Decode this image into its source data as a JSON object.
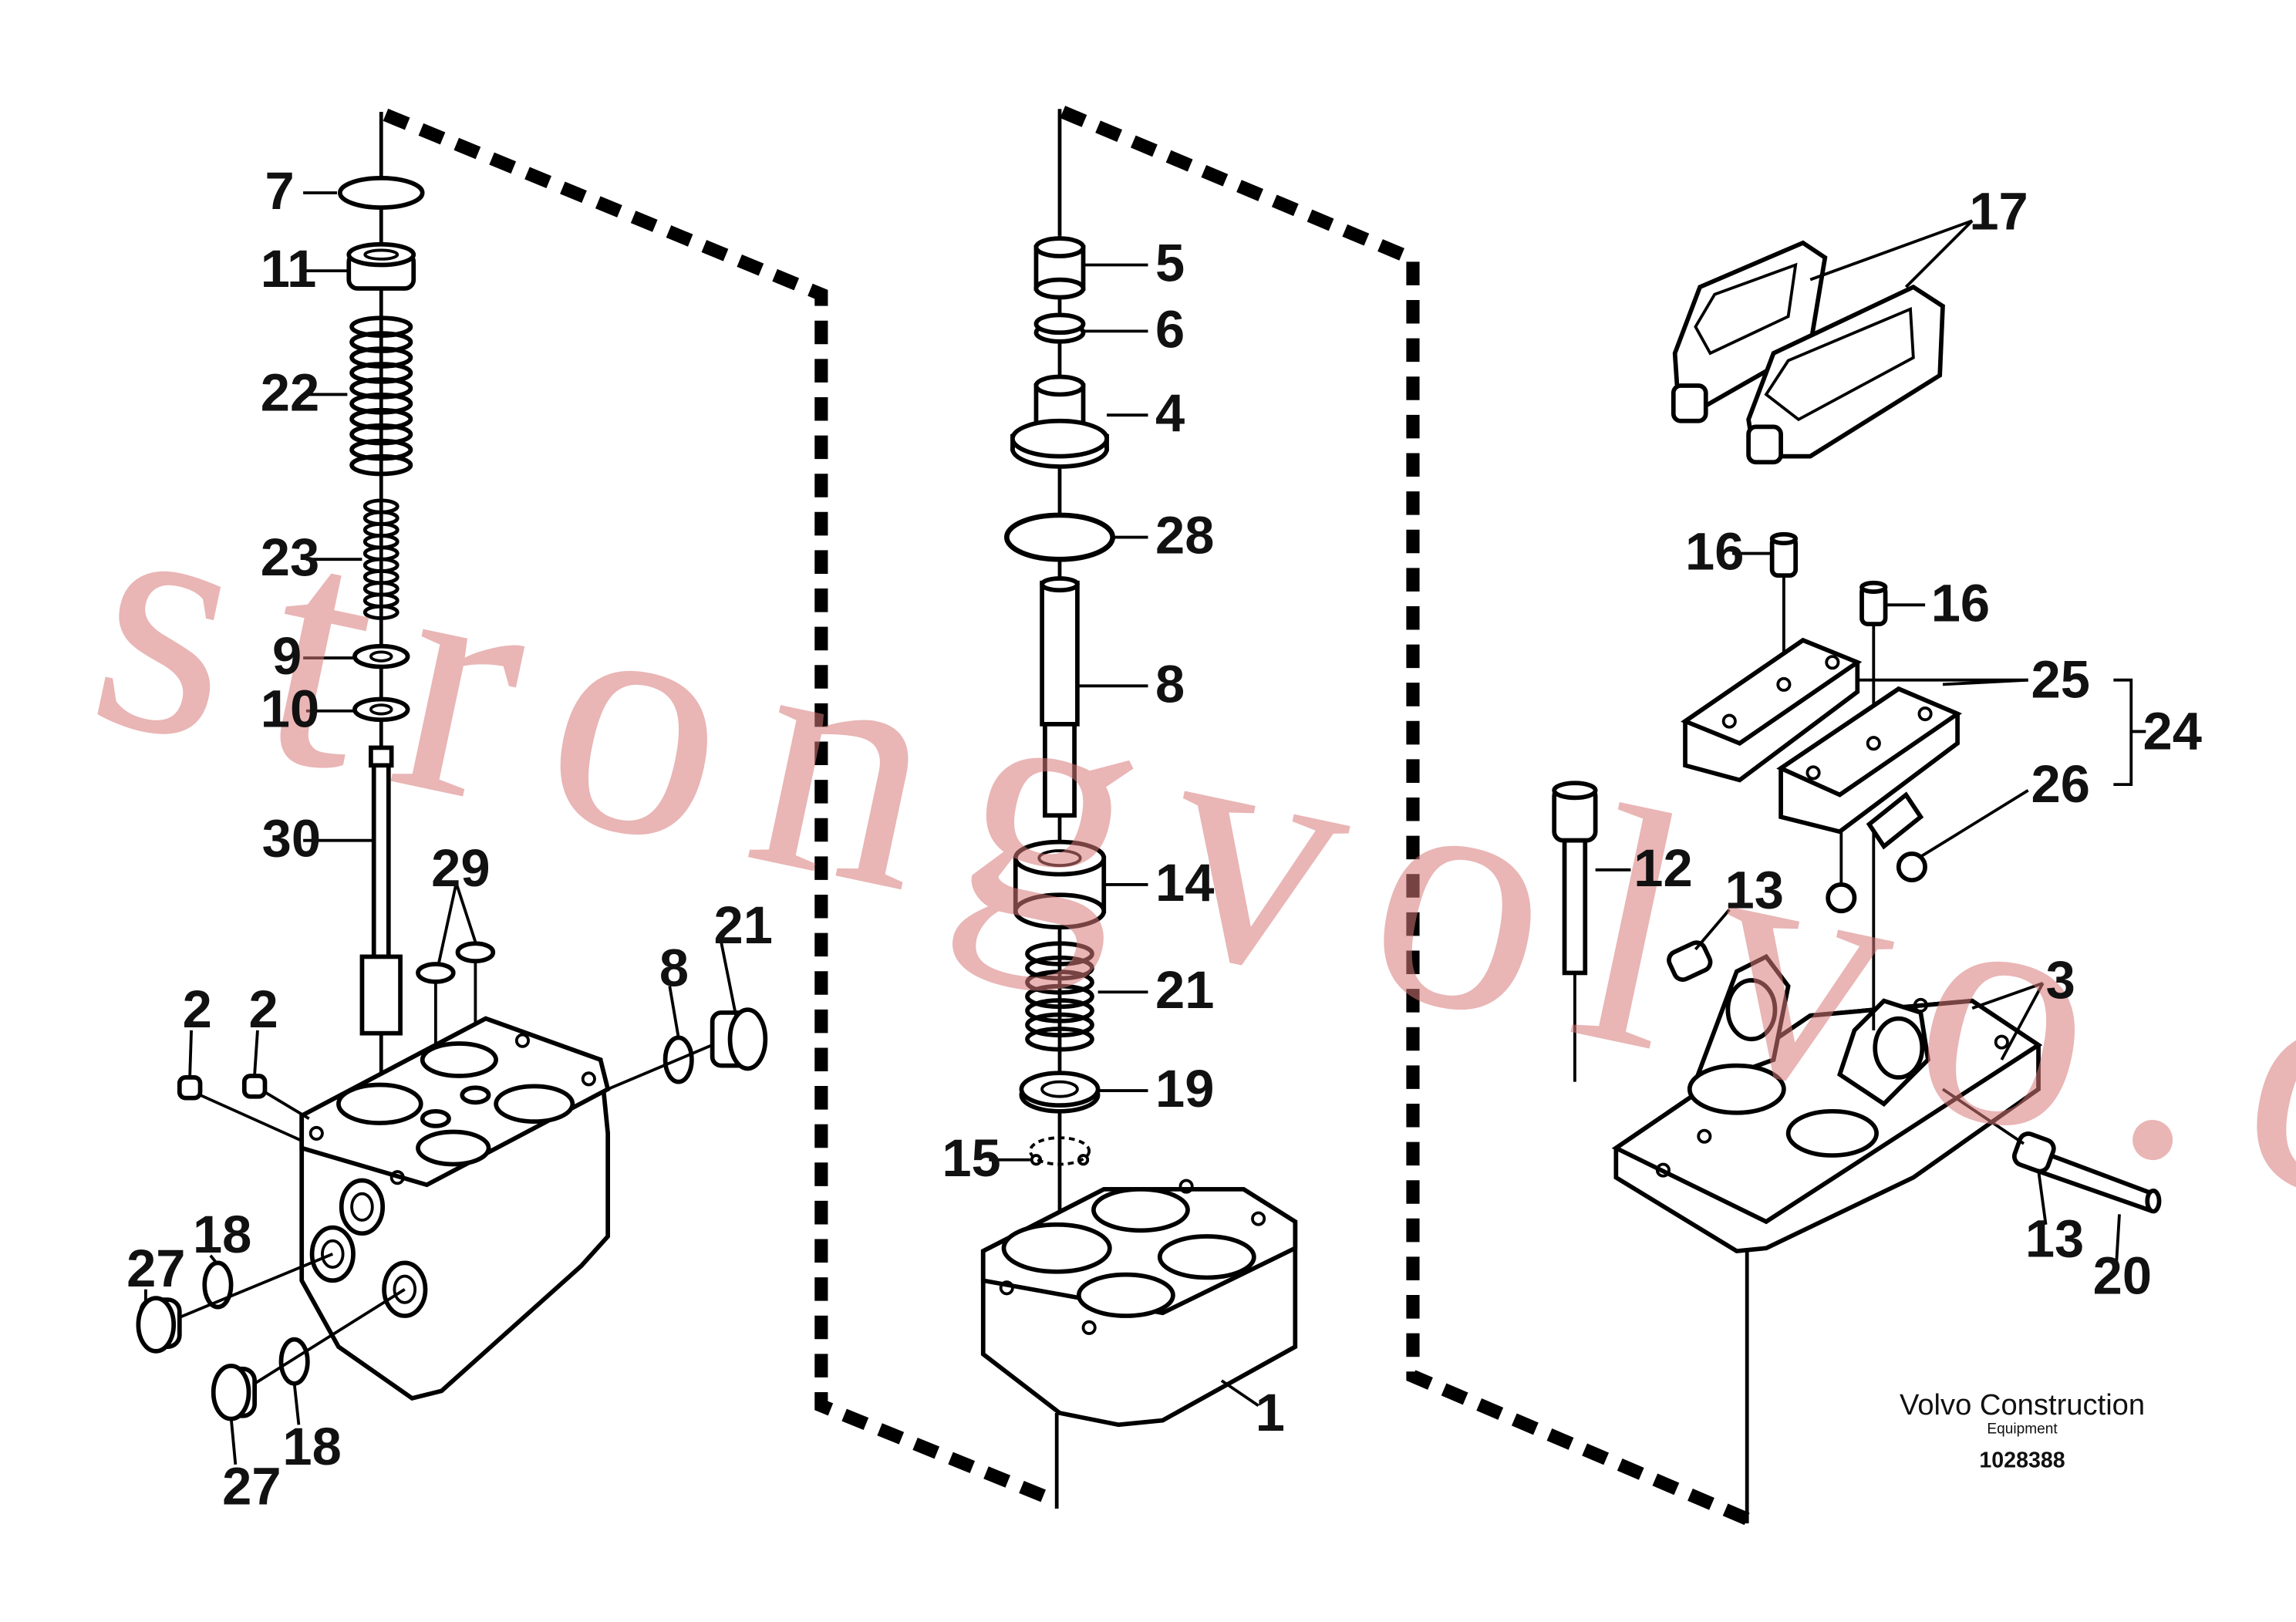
{
  "labels": {
    "l1": "1",
    "l2a": "2",
    "l2b": "2",
    "l3": "3",
    "l4": "4",
    "l5": "5",
    "l6": "6",
    "l7": "7",
    "l8a": "8",
    "l8b": "8",
    "l9": "9",
    "l10": "10",
    "l11": "11",
    "l12": "12",
    "l13a": "13",
    "l13b": "13",
    "l14": "14",
    "l15": "15",
    "l16a": "16",
    "l16b": "16",
    "l17": "17",
    "l18a": "18",
    "l18b": "18",
    "l19": "19",
    "l20": "20",
    "l21a": "21",
    "l21b": "21",
    "l22": "22",
    "l23": "23",
    "l24": "24",
    "l25": "25",
    "l26": "26",
    "l27a": "27",
    "l27b": "27",
    "l28": "28",
    "l29": "29",
    "l30": "30"
  },
  "caption": {
    "line1": "Volvo Construction",
    "line2": "Equipment",
    "doc_number": "1028388"
  },
  "watermark": "strongvolvo.com",
  "colors": {
    "line": "#000000",
    "watermark": "#d77878"
  }
}
